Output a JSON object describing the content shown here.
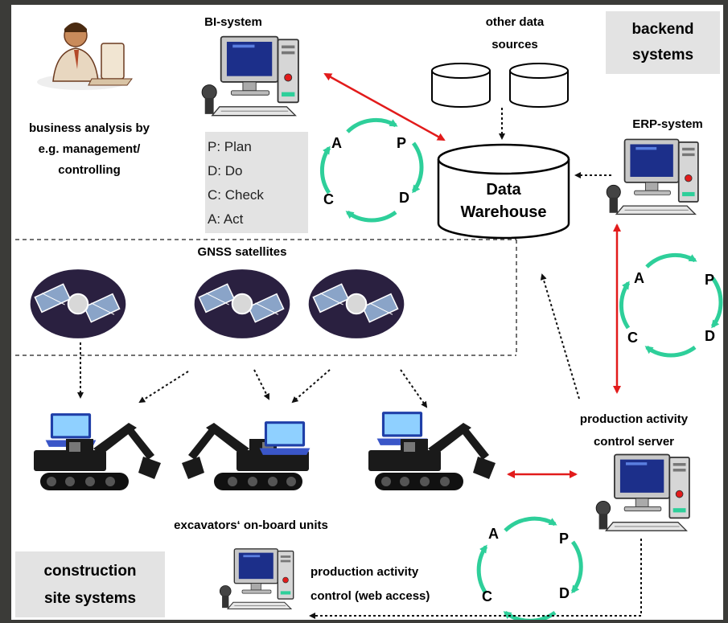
{
  "labels": {
    "bi_system": "BI-system",
    "other_sources_1": "other data",
    "other_sources_2": "sources",
    "backend_1": "backend",
    "backend_2": "systems",
    "business_1": "business analysis by",
    "business_2": "e.g. management/",
    "business_3": "controlling",
    "erp_system": "ERP-system",
    "dw_1": "Data",
    "dw_2": "Warehouse",
    "gnss": "GNSS satellites",
    "pac_server_1": "production activity",
    "pac_server_2": "control  server",
    "onboard": "excavators‘ on-board units",
    "site_1": "construction",
    "site_2": "site systems",
    "pac_web_1": "production activity",
    "pac_web_2": "control  (web access)"
  },
  "pdca_legend": [
    "P: Plan",
    "D: Do",
    "C: Check",
    "A:  Act"
  ],
  "pdca_letters": {
    "a": "A",
    "p": "P",
    "c": "C",
    "d": "D"
  },
  "colors": {
    "cycle": "#2ecf9a",
    "red_arrow": "#e21b1b",
    "gray_box": "#e3e3e3",
    "monitor": "#1c2f8a",
    "laptop": "#8fd0ff"
  },
  "icons": [
    "person-at-computer-icon",
    "desktop-computer-icon",
    "database-cylinder-icon",
    "satellite-icon",
    "excavator-icon",
    "laptop-icon"
  ]
}
